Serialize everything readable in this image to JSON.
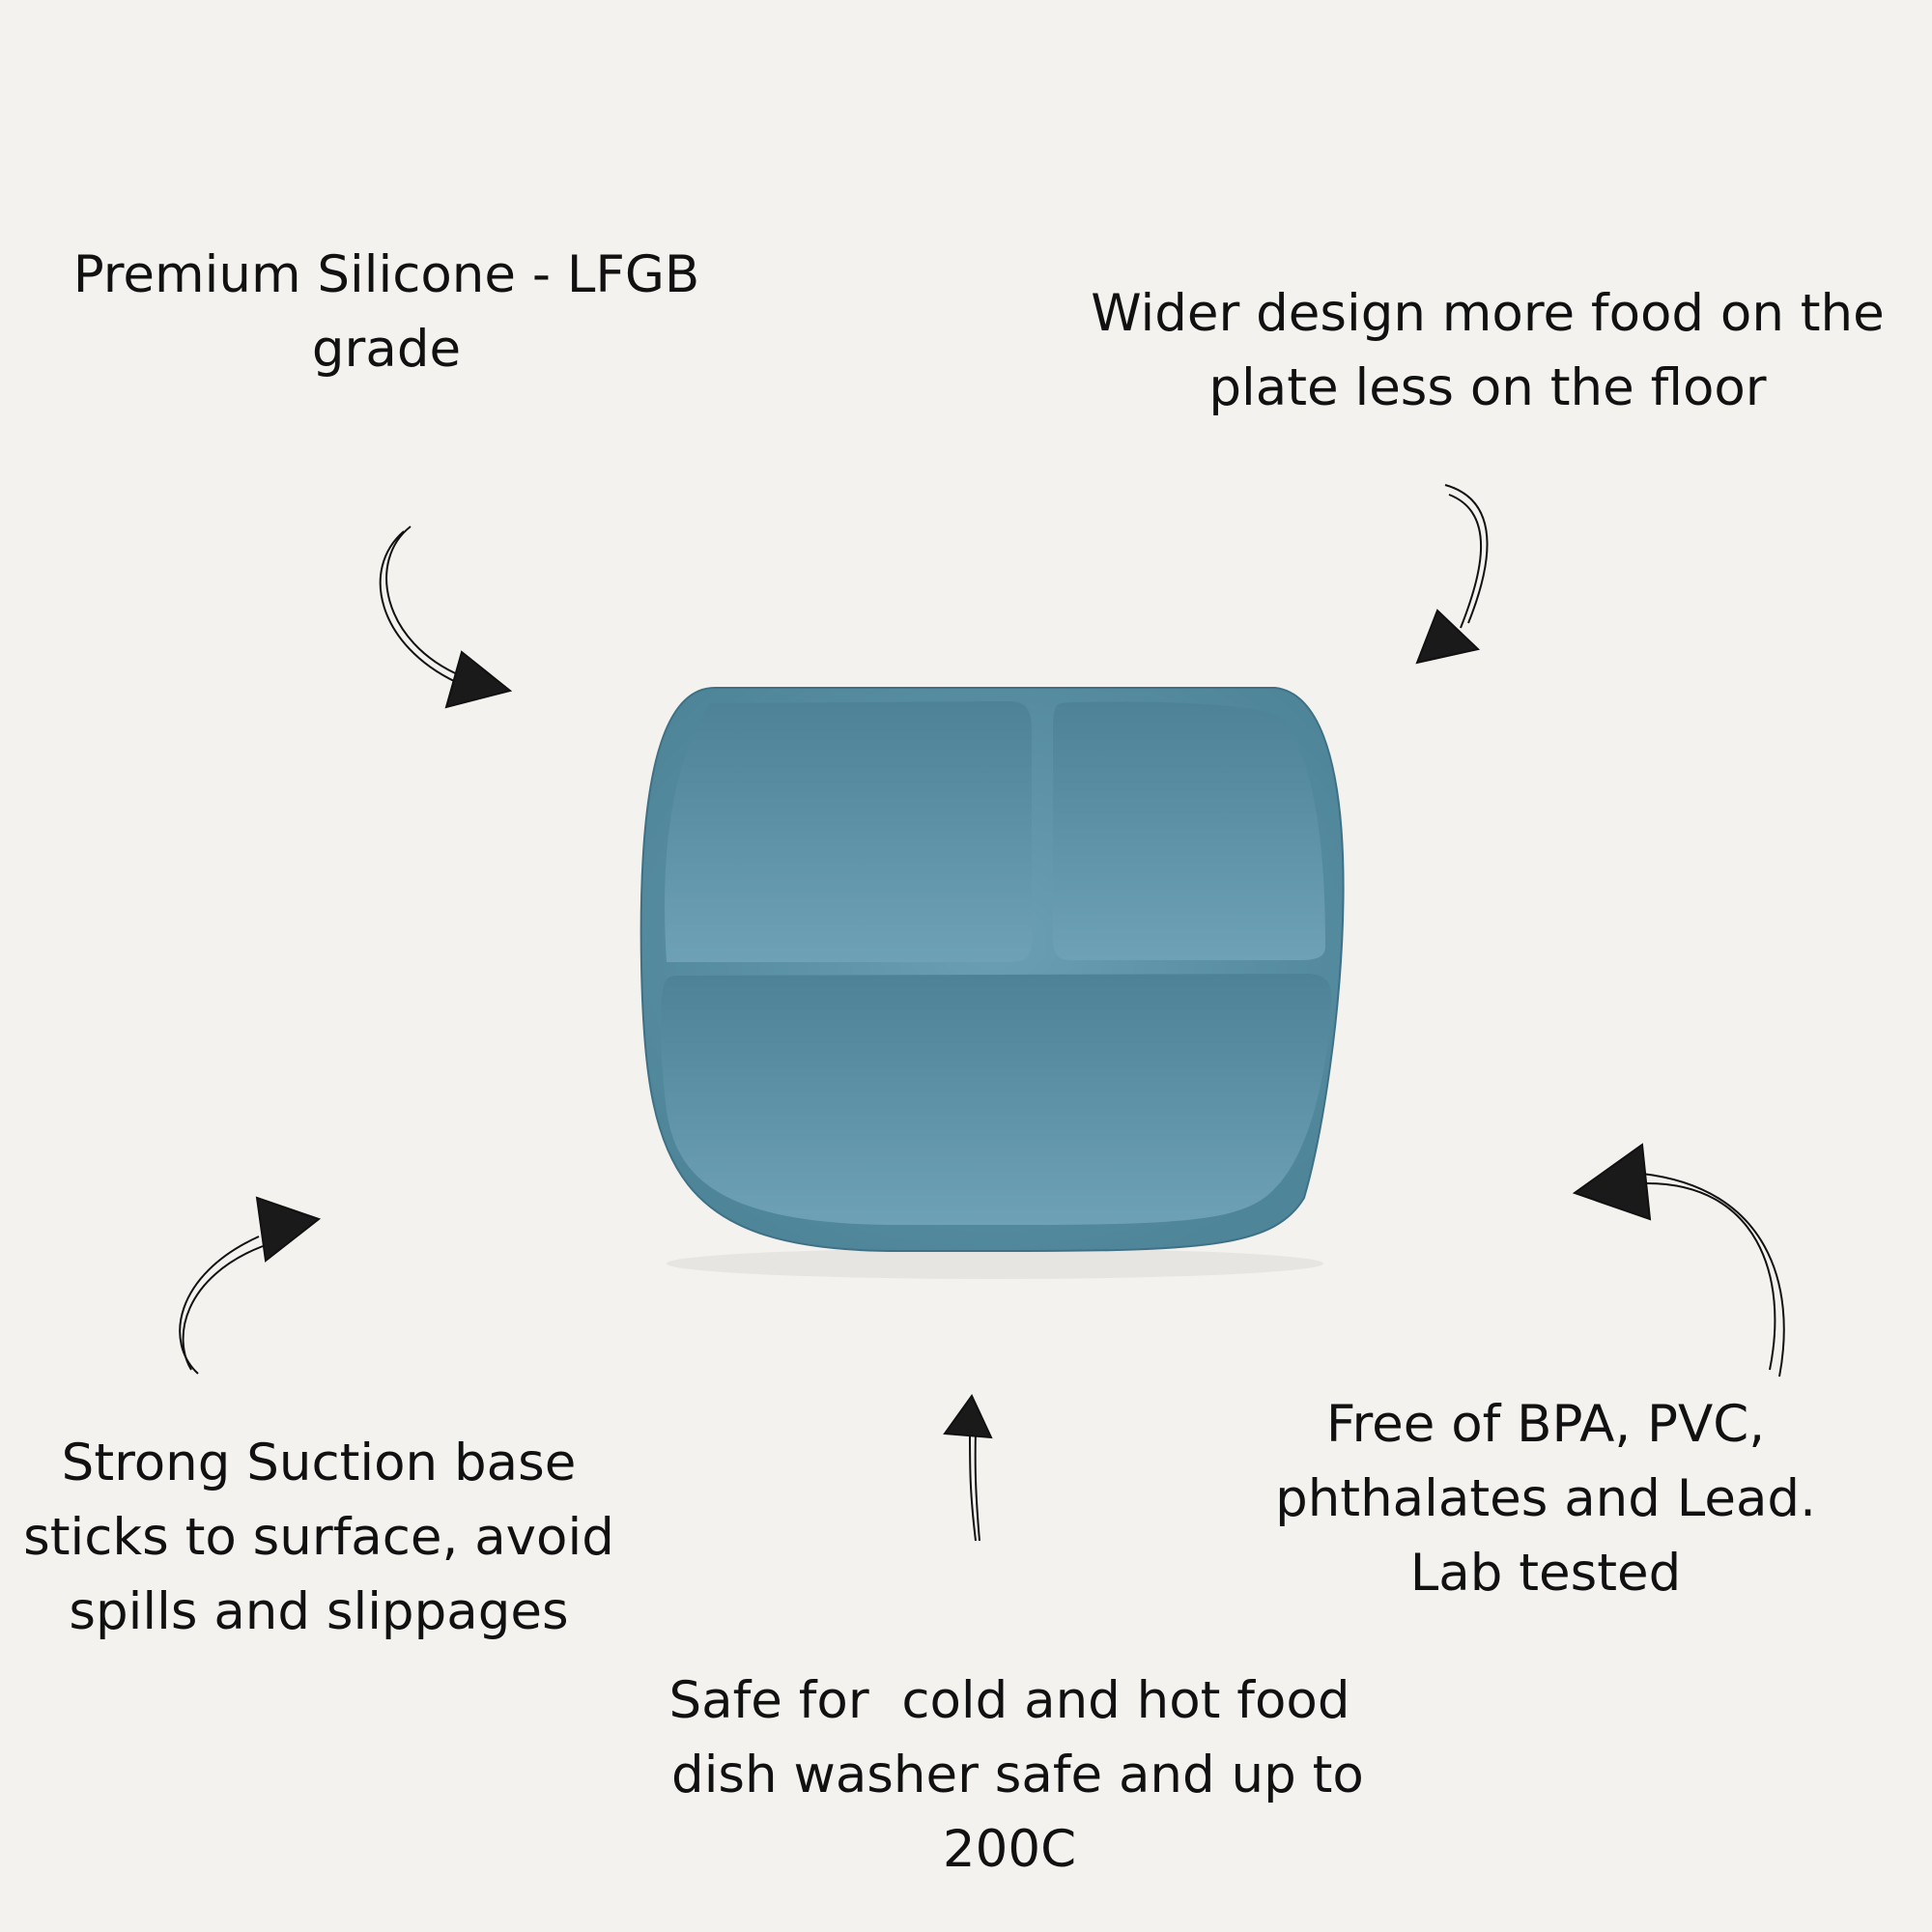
{
  "features": {
    "premium": {
      "lines": [
        "Premium Silicone - LFGB",
        "grade"
      ]
    },
    "wider": {
      "lines": [
        "Wider design more food on the",
        "plate less on the floor"
      ]
    },
    "suction": {
      "lines": [
        "Strong Suction base",
        "sticks to surface, avoid",
        "spills and slippages"
      ]
    },
    "safe": {
      "lines": [
        "Safe for  cold and hot food",
        " dish washer safe and up to",
        "200C"
      ]
    },
    "free": {
      "lines": [
        "Free of BPA, PVC,",
        "phthalates and Lead.",
        "Lab tested"
      ]
    }
  },
  "colors": {
    "background": "#f3f2ef",
    "plate": "#5a8ea3",
    "plate_dark": "#3f7186",
    "ink": "#111111"
  },
  "icons": [
    "curved-arrow-icon",
    "straight-arrow-icon"
  ]
}
